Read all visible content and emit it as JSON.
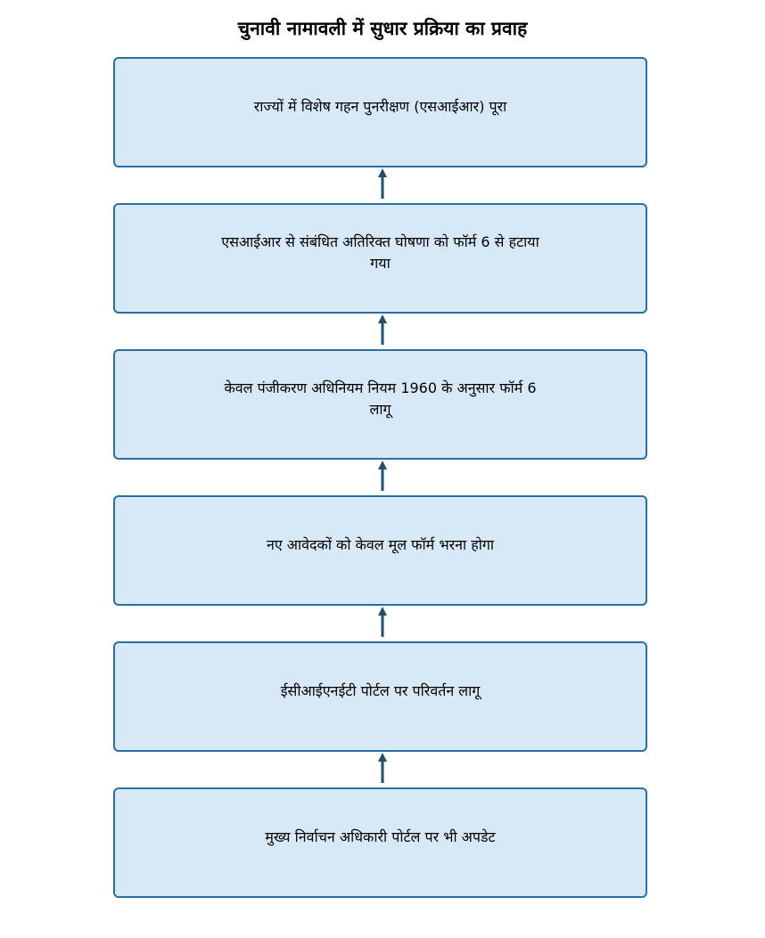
{
  "diagram": {
    "title": "चुनावी नामावली में सुधार प्रक्रिया का प्रवाह",
    "steps": [
      {
        "label": "राज्यों में विशेष गहन पुनरीक्षण (एसआईआर) पूरा"
      },
      {
        "label": "एसआईआर से संबंधित अतिरिक्त घोषणा को फॉर्म 6 से हटाया गया"
      },
      {
        "label": "केवल पंजीकरण अधिनियम नियम 1960 के अनुसार फॉर्म 6 लागू"
      },
      {
        "label": "नए आवेदकों को केवल मूल फॉर्म भरना होगा"
      },
      {
        "label": "ईसीआईएनईटी पोर्टल पर परिवर्तन लागू"
      },
      {
        "label": "मुख्य निर्वाचन अधिकारी पोर्टल पर भी अपडेट"
      }
    ],
    "colors": {
      "box_fill": "#d7e9f7",
      "box_border": "#2a6f9e",
      "arrow": "#1f4e6e"
    }
  }
}
